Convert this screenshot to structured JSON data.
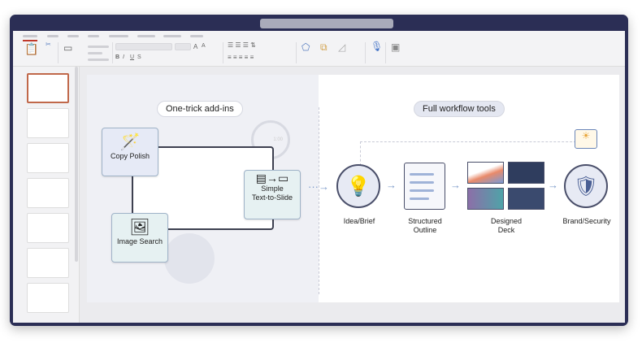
{
  "slide": {
    "left_title": "One-trick add-ins",
    "right_title": "Full workflow tools",
    "addins": [
      {
        "label": "Copy Polish",
        "icon": "magic-wand-icon"
      },
      {
        "label": "Image Search",
        "icon": "image-search-icon"
      },
      {
        "label": "Simple Text-to-Slide",
        "line1": "Simple",
        "line2": "Text-to-Slide",
        "icon": "doc-to-slide-icon"
      }
    ],
    "clock_text": "1:00",
    "workflow": [
      {
        "label": "Idea/Brief",
        "icon": "lightbulb-icon"
      },
      {
        "line1": "Structured",
        "line2": "Outline",
        "icon": "outline-icon"
      },
      {
        "line1": "Designed",
        "line2": "Deck",
        "icon": "deck-icon"
      },
      {
        "label": "Brand/Security",
        "icon": "shield-icon"
      }
    ]
  },
  "ribbon": {
    "font_size_icons": [
      "A",
      "A",
      "B",
      "I",
      "U",
      "S"
    ]
  },
  "colors": {
    "frame": "#2b2e55",
    "accent": "#c0392b",
    "arrow": "#7c9bc9"
  }
}
